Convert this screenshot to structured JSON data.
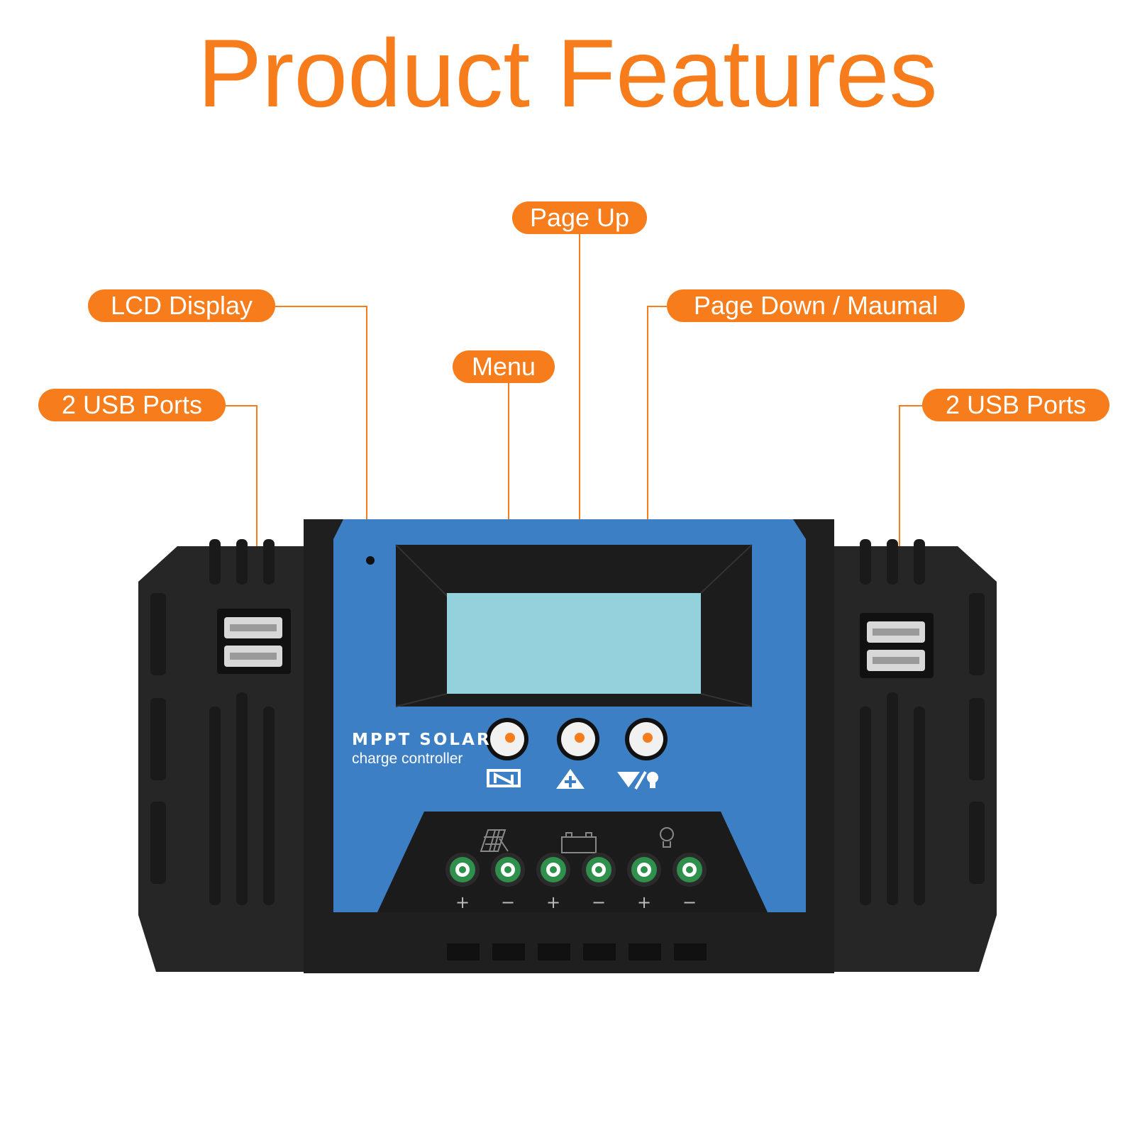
{
  "title": "Product Features",
  "callouts": {
    "page_up": "Page Up",
    "lcd_display": "LCD Display",
    "page_down": "Page Down / Maumal",
    "menu": "Menu",
    "usb_left": "2 USB Ports",
    "usb_right": "2 USB Ports"
  },
  "device": {
    "brand_line1": "MPPT SOLAR",
    "brand_line2": "charge controller",
    "terminal_signs": [
      "+",
      "−",
      "+",
      "−",
      "+",
      "−"
    ]
  },
  "colors": {
    "accent": "#f77c1b",
    "panel_blue": "#3c7fc4",
    "body_black": "#262626",
    "lcd_screen": "#93d2dc",
    "terminal_green": "#2f8f4c"
  },
  "icons": {
    "menu_button": "menu-icon",
    "up_button": "warning-up-icon",
    "down_button": "down-bulb-icon",
    "solar": "solar-panel-icon",
    "battery": "battery-icon",
    "load": "bulb-icon"
  }
}
